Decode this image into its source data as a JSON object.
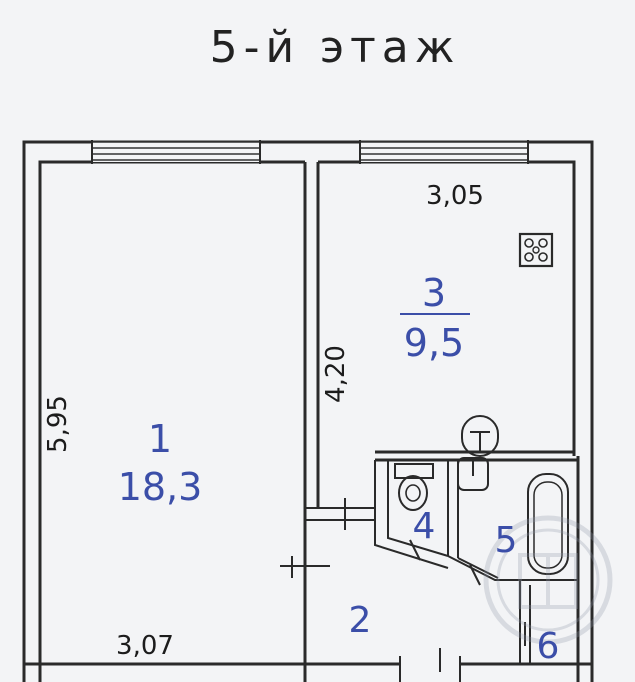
{
  "floor_label": "5-й этаж",
  "dimensions": {
    "left_wall": "5,95",
    "partition": "4,20",
    "bottom_wall": "3,07",
    "kitchen_width": "3,05"
  },
  "rooms": [
    {
      "number": "1",
      "area": "18,3"
    },
    {
      "number": "2",
      "area": ""
    },
    {
      "number": "3",
      "area": "9,5"
    },
    {
      "number": "4",
      "area": ""
    },
    {
      "number": "5",
      "area": ""
    },
    {
      "number": "6",
      "area": ""
    }
  ],
  "colors": {
    "room_label": "#3b4ea8",
    "lines": "#2a2a2a",
    "paper": "#f3f4f6"
  },
  "icons": [
    "stove-icon",
    "sink-icon",
    "toilet-icon",
    "bathtub-icon",
    "watermark-logo"
  ]
}
